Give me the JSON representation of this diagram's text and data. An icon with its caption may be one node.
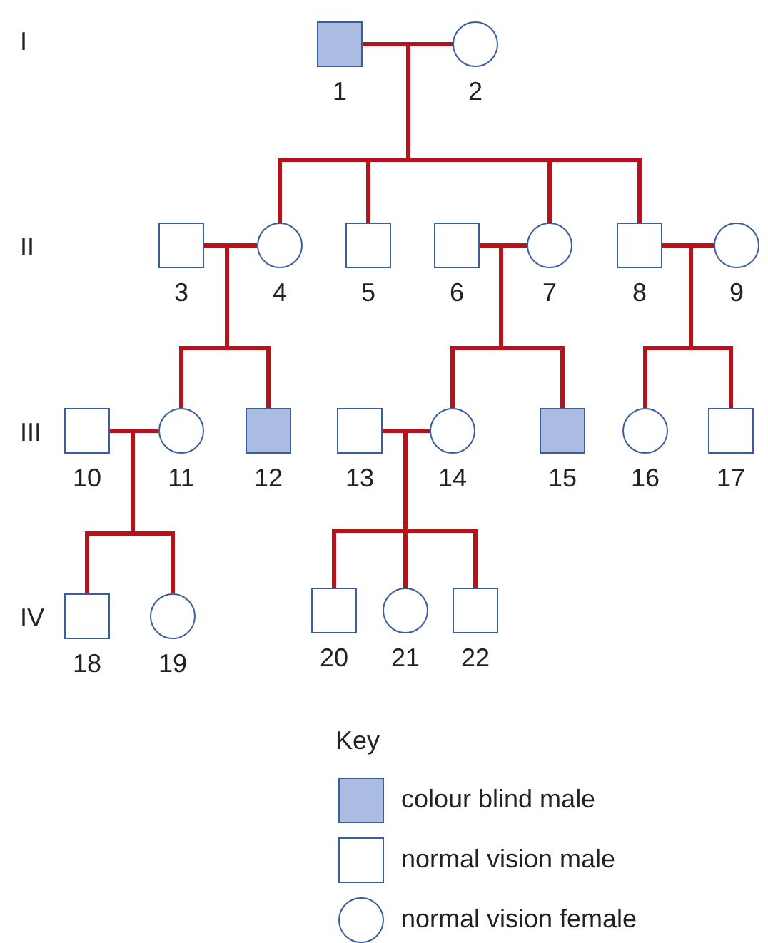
{
  "diagram": {
    "nodes": [
      {
        "text": [],
        "shape": "square",
        "beside": [
          "1"
        ]
      },
      {
        "text": [],
        "shape": "circle",
        "beside": [
          "2"
        ]
      },
      {
        "text": [],
        "shape": "box",
        "beside": [
          "3"
        ]
      },
      {
        "text": [],
        "shape": "circle",
        "beside": [
          "4"
        ]
      },
      {
        "text": [],
        "shape": "box",
        "beside": [
          "5"
        ]
      },
      {
        "text": [],
        "shape": "box",
        "beside": [
          "6"
        ]
      },
      {
        "text": [],
        "shape": "circle",
        "beside": [
          "7"
        ]
      },
      {
        "text": [],
        "shape": "box",
        "beside": [
          "8"
        ]
      },
      {
        "text": [],
        "shape": "circle",
        "beside": [
          "9"
        ]
      },
      {
        "text": [],
        "shape": "box",
        "beside": [
          "10"
        ]
      },
      {
        "text": [],
        "shape": "circle",
        "beside": [
          "11"
        ]
      },
      {
        "text": [],
        "shape": "square",
        "beside": [
          "12"
        ]
      },
      {
        "text": [],
        "shape": "box",
        "beside": [
          "13"
        ]
      },
      {
        "text": [],
        "shape": "circle",
        "beside": [
          "14"
        ]
      },
      {
        "text": [],
        "shape": "square",
        "beside": [
          "15"
        ]
      },
      {
        "text": [],
        "shape": "circle",
        "beside": [
          "16"
        ]
      },
      {
        "text": [],
        "shape": "box",
        "beside": [
          "17"
        ]
      },
      {
        "text": [],
        "shape": "box",
        "beside": [
          "18"
        ]
      },
      {
        "text": [],
        "shape": "circle",
        "beside": [
          "19"
        ]
      },
      {
        "text": [],
        "shape": "box",
        "beside": [
          "20"
        ]
      },
      {
        "text": [],
        "shape": "circle",
        "beside": [
          "21"
        ]
      },
      {
        "text": [],
        "shape": "box",
        "beside": [
          "22"
        ]
      }
    ],
    "edges": [
      {
        "from": 0,
        "to": 1,
        "arrow": "none"
      },
      {
        "from": null,
        "to": 3,
        "arrow": "none"
      },
      {
        "from": null,
        "to": 4,
        "arrow": "none"
      },
      {
        "from": null,
        "to": 6,
        "arrow": "none"
      },
      {
        "from": null,
        "to": 7,
        "arrow": "none"
      },
      {
        "from": 2,
        "to": 3,
        "arrow": "none"
      },
      {
        "from": 5,
        "to": 6,
        "arrow": "none"
      },
      {
        "from": 7,
        "to": 8,
        "arrow": "none"
      },
      {
        "from": null,
        "to": 10,
        "arrow": "none"
      },
      {
        "from": null,
        "to": 11,
        "arrow": "none"
      },
      {
        "from": null,
        "to": 13,
        "arrow": "none"
      },
      {
        "from": null,
        "to": 14,
        "arrow": "none"
      },
      {
        "from": null,
        "to": 15,
        "arrow": "none"
      },
      {
        "from": null,
        "to": 16,
        "arrow": "none"
      },
      {
        "from": 9,
        "to": 10,
        "arrow": "none"
      },
      {
        "from": 12,
        "to": 13,
        "arrow": "none"
      },
      {
        "from": null,
        "to": 17,
        "arrow": "none"
      },
      {
        "from": null,
        "to": 18,
        "arrow": "none"
      },
      {
        "from": null,
        "to": 19,
        "arrow": "none"
      },
      {
        "from": null,
        "to": 20,
        "arrow": "none"
      },
      {
        "from": null,
        "to": 21,
        "arrow": "none"
      }
    ],
    "labels": [
      "I",
      "II",
      "III",
      "IV",
      "Key"
    ],
    "legend": [
      {
        "text": "colour blind male",
        "color": "#abbce2"
      },
      {
        "text": "normal vision male"
      },
      {
        "text": "normal vision female"
      }
    ]
  }
}
